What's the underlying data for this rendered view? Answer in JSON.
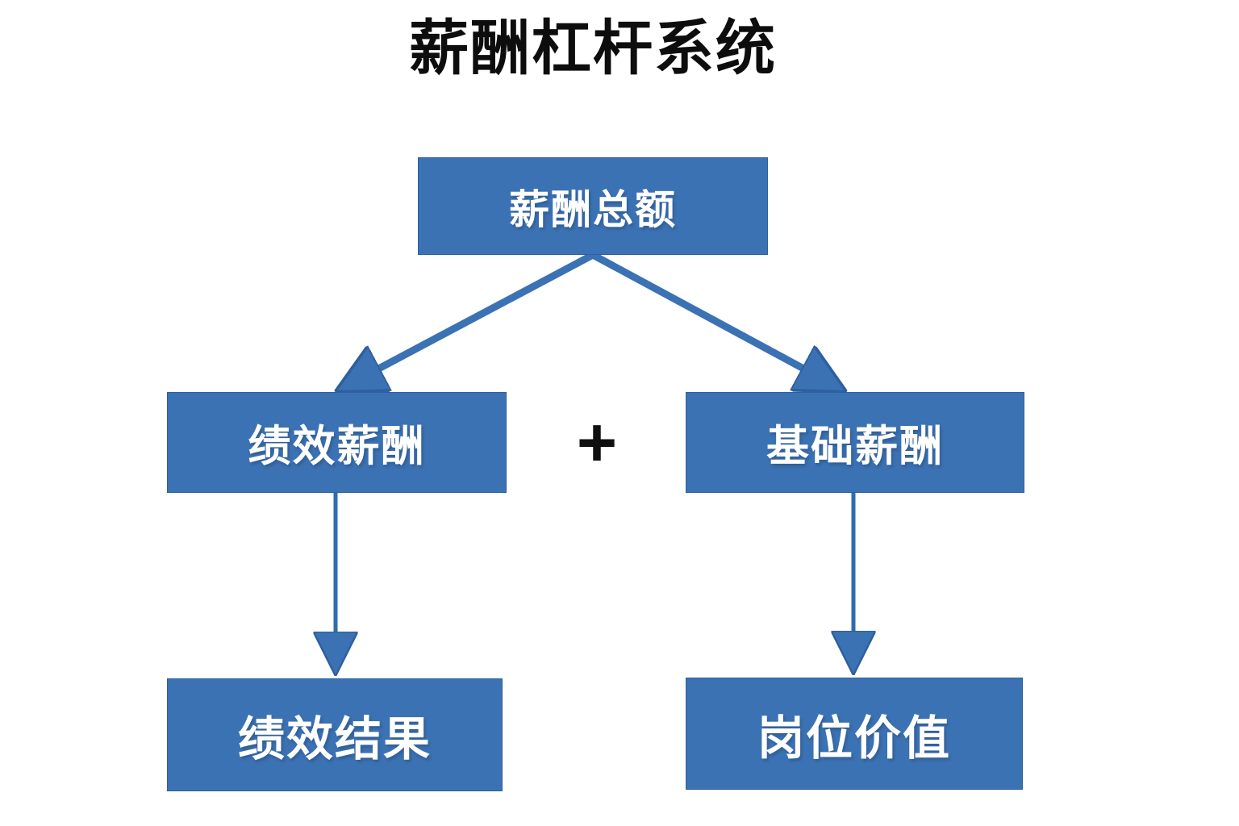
{
  "page": {
    "title": "薪酬杠杆系统",
    "background_color": "#ffffff",
    "accent_color": "#3b72b4",
    "border_color": "#2e5f9e",
    "title_color": "#0d0d0d",
    "node_text_color": "#ffffff"
  },
  "diagram": {
    "type": "hierarchy-flow",
    "nodes": [
      {
        "id": "total",
        "label": "薪酬总额",
        "level": 1
      },
      {
        "id": "perf_pay",
        "label": "绩效薪酬",
        "level": 2
      },
      {
        "id": "base_pay",
        "label": "基础薪酬",
        "level": 2
      },
      {
        "id": "perf_result",
        "label": "绩效结果",
        "level": 3
      },
      {
        "id": "post_value",
        "label": "岗位价值",
        "level": 3
      }
    ],
    "operators": [
      {
        "id": "plus",
        "symbol": "+",
        "between": [
          "perf_pay",
          "base_pay"
        ]
      }
    ],
    "edges": [
      {
        "from": "total",
        "to": "perf_pay",
        "style": "diagonal-arrow"
      },
      {
        "from": "total",
        "to": "base_pay",
        "style": "diagonal-arrow"
      },
      {
        "from": "perf_pay",
        "to": "perf_result",
        "style": "vertical-arrow"
      },
      {
        "from": "base_pay",
        "to": "post_value",
        "style": "vertical-arrow"
      }
    ]
  }
}
